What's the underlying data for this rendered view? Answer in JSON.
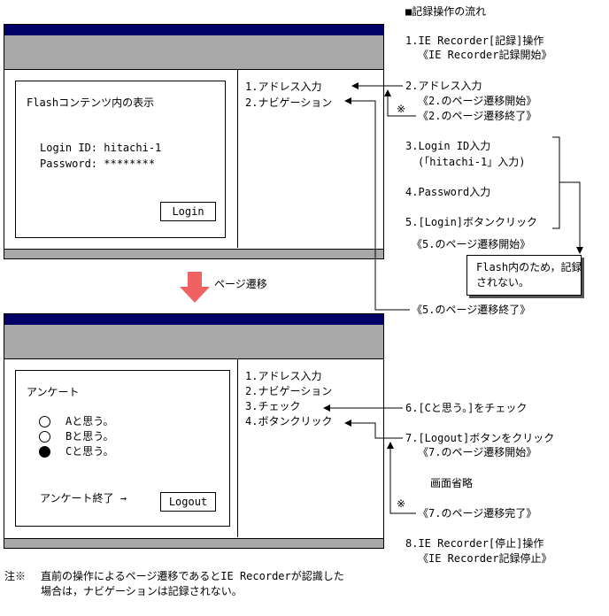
{
  "header": {
    "flow_title": "■記録操作の流れ"
  },
  "window1": {
    "content_title": "Flashコンテンツ内の表示",
    "login_id": "Login ID: hitachi-1",
    "password": "Password: ********",
    "login_button": "Login",
    "nav_items": [
      "1.アドレス入力",
      "2.ナビゲーション"
    ]
  },
  "transition": {
    "label": "ページ遷移",
    "arrow_color": "#f06262"
  },
  "window2": {
    "survey_title": "アンケート",
    "options": [
      "Aと思う。",
      "Bと思う。",
      "Cと思う。"
    ],
    "selected_index": 2,
    "survey_end": "アンケート終了 →",
    "logout_button": "Logout",
    "nav_items": [
      "1.アドレス入力",
      "2.ナビゲーション",
      "3.チェック",
      "4.ボタンクリック"
    ]
  },
  "steps": {
    "s1": "1.IE Recorder[記録]操作",
    "s1_sub": "《IE Recorder記録開始》",
    "s2": "2.アドレス入力",
    "s2_sub1": "《2.のページ遷移開始》",
    "s2_sub2": "《2.のページ遷移終了》",
    "s3": "3.Login ID入力",
    "s3_sub": "(「hitachi-1」入力)",
    "s4": "4.Password入力",
    "s5": "5.[Login]ボタンクリック",
    "s5_sub": "《5.のページ遷移開始》",
    "flash_note": [
      "Flash内のため，記録",
      "されない。"
    ],
    "s5_end": "《5.のページ遷移終了》",
    "s6": "6.[Cと思う。]をチェック",
    "s7": "7.[Logout]ボタンをクリック",
    "s7_sub": "《7.のページ遷移開始》",
    "omitted": "画面省略",
    "s7_end": "《7.のページ遷移完了》",
    "s8": "8.IE Recorder[停止]操作",
    "s8_sub": "《IE Recorder記録停止》",
    "mark1": "※",
    "mark2": "※"
  },
  "footnote": {
    "label": "注※",
    "line1": "直前の操作によるページ遷移であるとIE Recorderが認識した",
    "line2": "場合は，ナビゲーションは記録されない。"
  }
}
